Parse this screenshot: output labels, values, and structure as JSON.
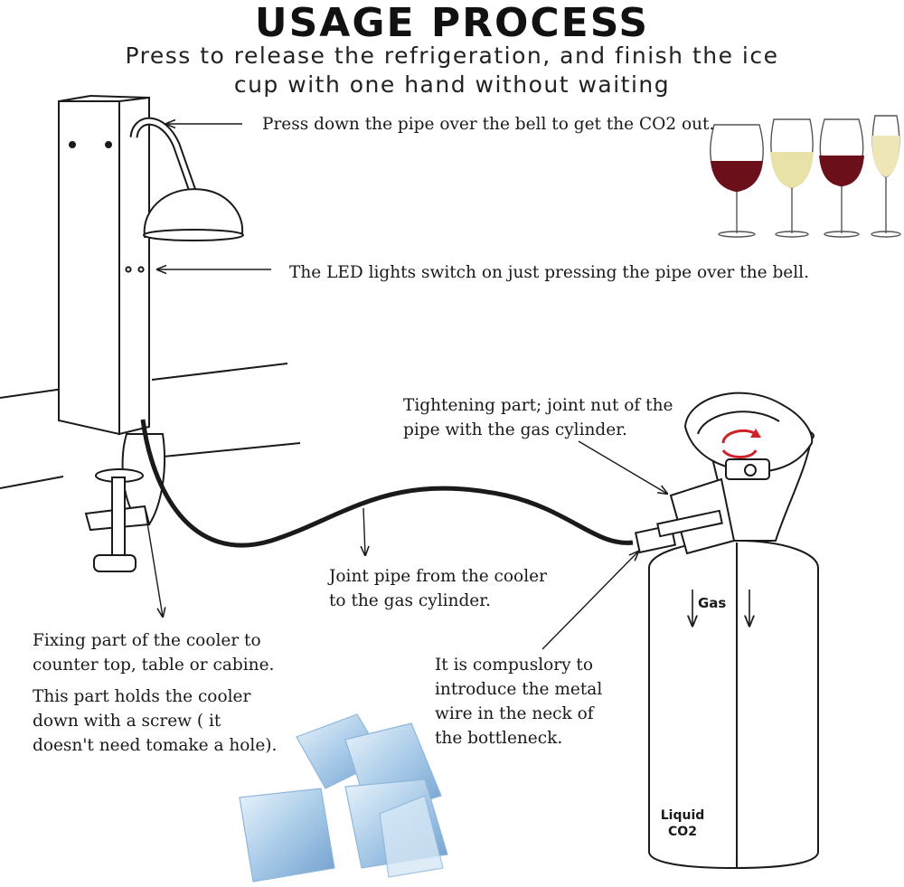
{
  "header": {
    "title": "USAGE PROCESS",
    "subtitle_line1": "Press to release the refrigeration, and finish the ice",
    "subtitle_line2": "cup with one hand without waiting"
  },
  "annotations": {
    "press_pipe": "Press down the pipe over the bell to get the CO2 out.",
    "led_lights": "The LED lights switch on just pressing the pipe over the bell.",
    "tightening_line1": "Tightening part; joint nut of the",
    "tightening_line2": "pipe with the gas cylinder.",
    "joint_pipe_line1": "Joint pipe from the cooler",
    "joint_pipe_line2": "to the gas cylinder.",
    "fixing_line1": "Fixing part of the cooler to",
    "fixing_line2": "counter top, table or cabine.",
    "holds_line1": "This part holds the cooler",
    "holds_line2": "down with a screw ( it",
    "holds_line3": "doesn't need tomake a hole).",
    "wire_line1": "It is compuslory to",
    "wire_line2": "introduce the metal",
    "wire_line3": "wire in the neck of",
    "wire_line4": "the bottleneck."
  },
  "cylinder_labels": {
    "gas": "Gas",
    "liquid": "Liquid",
    "co2": "CO2"
  },
  "colors": {
    "line": "#1a1a1a",
    "red_wine": "#6b0f1a",
    "white_wine": "#e9e2a8",
    "champagne": "#efe6b8",
    "ice": "#bcd6ec",
    "arrow_red": "#d0202a"
  }
}
